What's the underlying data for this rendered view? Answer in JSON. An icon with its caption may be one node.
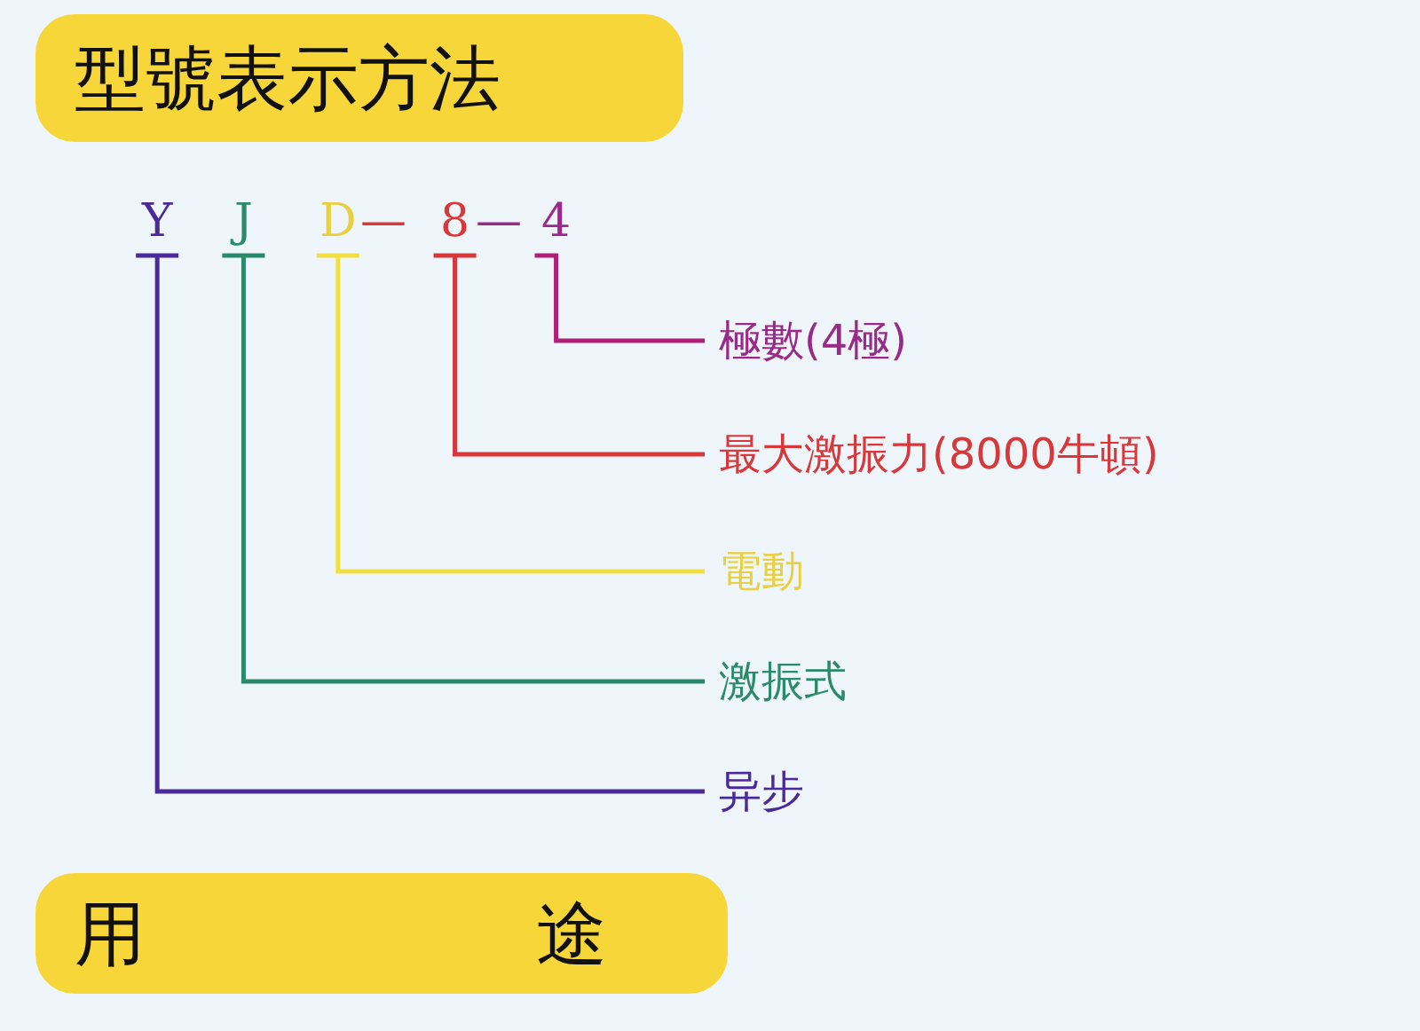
{
  "diagram": {
    "nodes": [
      {
        "text": [
          "型號表示方法"
        ]
      },
      {
        "text": [
          "Y"
        ]
      },
      {
        "text": [
          "J"
        ]
      },
      {
        "text": [
          "D"
        ]
      },
      {
        "text": [
          "8"
        ]
      },
      {
        "text": [
          "4"
        ]
      },
      {
        "text": [
          "極數(4極)"
        ]
      },
      {
        "text": [
          "最大激振力(8000牛頓)"
        ]
      },
      {
        "text": [
          "電動"
        ]
      },
      {
        "text": [
          "激振式"
        ]
      },
      {
        "text": [
          "异步"
        ]
      },
      {
        "text": [
          "用途"
        ]
      }
    ],
    "edges": [
      {
        "from": 5,
        "to": 6,
        "arrow": "none",
        "color": "#b0207a"
      },
      {
        "from": 4,
        "to": 7,
        "arrow": "none",
        "color": "#d8383a"
      },
      {
        "from": 3,
        "to": 8,
        "arrow": "none",
        "color": "#f2e040"
      },
      {
        "from": 2,
        "to": 9,
        "arrow": "none",
        "color": "#2a8a6a"
      },
      {
        "from": 1,
        "to": 10,
        "arrow": "none",
        "color": "#4a2a9a"
      }
    ],
    "labels": [
      "—",
      "—"
    ]
  }
}
